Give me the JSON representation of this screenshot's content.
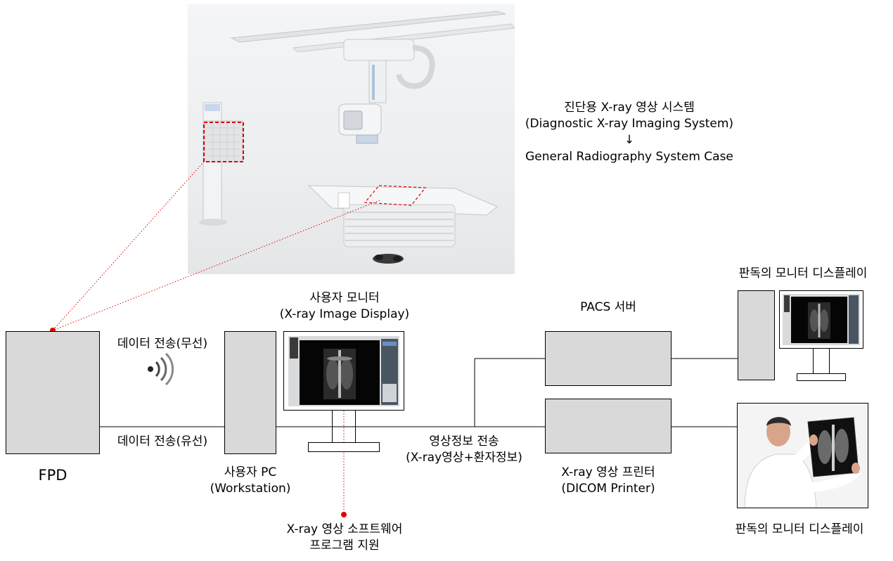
{
  "system_title": {
    "line1": "진단용 X-ray 영상 시스템",
    "line2": "(Diagnostic X-ray Imaging System)",
    "arrow": "↓",
    "line3": "General Radiography System Case"
  },
  "fpd": {
    "label": "FPD"
  },
  "transfer": {
    "wireless": "데이터 전송(무선)",
    "wired": "데이터 전송(유선)"
  },
  "user_pc": {
    "line1": "사용자 PC",
    "line2": "(Workstation)"
  },
  "user_monitor": {
    "line1": "사용자 모니터",
    "line2": "(X-ray Image Display)"
  },
  "software": {
    "line1": "X-ray 영상 소프트웨어",
    "line2": "프로그램 지원"
  },
  "image_transfer": {
    "line1": "영상정보 전송",
    "line2": "(X-ray영상+환자정보)"
  },
  "pacs": {
    "label": "PACS 서버"
  },
  "printer": {
    "line1": "X-ray 영상 프린터",
    "line2": "(DICOM Printer)"
  },
  "reading_monitor": {
    "label": "판독의 모니터 디스플레이"
  },
  "reading_doctor": {
    "label": "판독의 모니터 디스플레이"
  },
  "colors": {
    "box_fill": "#d9d9d9",
    "highlight": "#e00000",
    "line": "#000000"
  }
}
